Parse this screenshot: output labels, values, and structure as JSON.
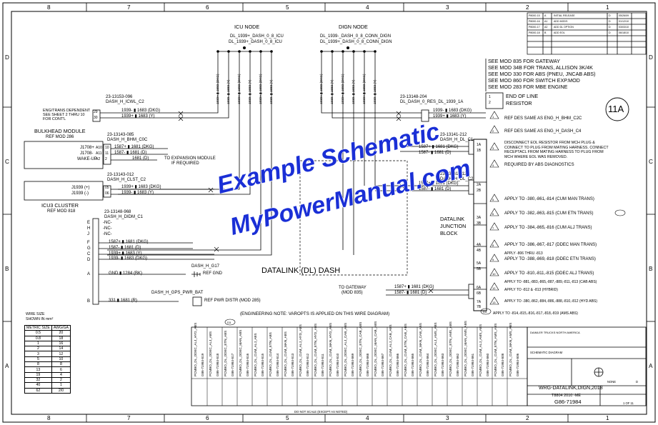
{
  "frame": {
    "top_cols": [
      "8",
      "7",
      "6",
      "5",
      "4",
      "3",
      "2",
      "1"
    ],
    "bottom_cols": [
      "8",
      "7",
      "6",
      "5",
      "4",
      "3",
      "2",
      "1"
    ],
    "rows": [
      "D",
      "C",
      "B",
      "A"
    ]
  },
  "nodes": {
    "icu": {
      "title": "ICU NODE",
      "line1": "DL_1939+_DASH_0_8_ICU",
      "line2": "DL_1939+_DASH_0_8_ICU",
      "wires": [
        "1939+ ▮ 1683 (DKG)",
        "1939- ▮ 1683 (Y)",
        "1939+ ▮ 1683 (DKG)",
        "1939- ▮ 1683 (Y)",
        "1939+ ▮ 1683 (DKG)",
        "1939- ▮ 1683 (Y)"
      ]
    },
    "dign": {
      "title": "DIGN NODE",
      "line1": "DL_1939-_DASH_0_8_CONN_DIGN",
      "line2": "DL_1939+_DASH_0_8_CONN_DIGN",
      "wires": [
        "1939+ ▮ 1683 (DKG)",
        "1939- ▮ 1683 (Y)",
        "1939+ ▮ 1683 (DKG)",
        "1939- ▮ 1683 (Y)",
        "1939+ ▮ 1683 (DKG)",
        "1939- ▮ 1683 (Y)"
      ]
    }
  },
  "mods": [
    "SEE MOD 835 FOR GATEWAY",
    "SEE MOD 34B FOR TRANS, ALLISON 3K/4K",
    "SEE MOD 330 FOR ABS (PNEU, JNCAB ABS)",
    "SEE MOD 860 FOR SWITCH EXP.MOD",
    "SEE MOD 283 FOR MBE ENGINE"
  ],
  "eol": {
    "line1": "END OF LINE",
    "line2": "RESISTOR",
    "badge": "11A"
  },
  "left": {
    "conn1_ref": "23-13153-096",
    "conn1_name": "DASH_H_ICWL_C2",
    "engtrans_label": [
      "ENG/TRANS DEPENDENT",
      "SEE SHEET 2 THRU 10",
      "FOR CONT'L"
    ],
    "conn1_pins": [
      "29",
      "30"
    ],
    "conn1_wires": [
      "1939- ▮ 1683 (DKG)",
      "1939+ ▮ 1683 (Y)"
    ],
    "bulkhead_title": "BULKHEAD MODULE",
    "bulkhead_ref": "REF MOD 286",
    "conn2_ref": "23-13143-085",
    "conn2_name": "DASH_H_BHM_C0C",
    "bulkhead_pins": [
      "J1708+",
      "J1708-",
      "WAKE-UP"
    ],
    "conn2_pins": [
      "A10",
      "A11",
      "A2"
    ],
    "conn2_pins_b": [
      "10",
      "11",
      "2"
    ],
    "conn2_wires": [
      "1587+ ▮ 1681 (DKG)",
      "1587- ▮ 1681 (D)",
      "1681 (D)"
    ],
    "expansion_note": [
      "TO EXPANSION MODULE",
      "IF REQUIRED"
    ],
    "conn3_ref": "23-13143-012",
    "conn3_name": "DASH_H_CLST_C2",
    "cluster_pins": [
      "J1939 (+)",
      "J1939 (-)"
    ],
    "conn3_pins": [
      "05",
      "06"
    ],
    "conn3_wires": [
      "1939+ ▮ 1683 (DKG)",
      "1939- ▮ 1683 (Y)"
    ],
    "cluster_title": "ICU3 CLUSTER",
    "cluster_ref": "REF MOD 818",
    "conn4_ref": "23-13148-968",
    "conn4_name": "DASH_H_DIDM_C1",
    "conn4_pins": [
      "E",
      "H",
      "J",
      "F",
      "G",
      "C",
      "D",
      "B",
      "A"
    ],
    "conn4_wires": [
      "-NC-",
      "-NC-",
      "-NC-",
      "1587+ ▮ 1681 (DKG)",
      "1587- ▮ 1681 (D)",
      "1939+ ▮ 1683 (Y)",
      "1939- ▮ 1683 (DKG)",
      "331 ▮ 1681 (R)",
      "GND ▮ 1284 (BK)"
    ],
    "gnd_label": "DASH_H_G17",
    "gnd_ref": "REF GND",
    "pwr_label": "DASH_H_GPS_PWR_BAT",
    "pwr_ref": "REF PWR DISTR (MOD 285)"
  },
  "right": {
    "c1_ref": "23-13148-204",
    "c1_name": "DL_DASH_0_RES_DL_1939_1A",
    "c1_wires": [
      "1939- ▮ 1683 (DKG)",
      "1939+ ▮ 1683 (Y)"
    ],
    "c1_pins": [
      "1",
      "2"
    ],
    "c2_ref": "23-13141-212",
    "c2_name": "DASH_H_DL_C1",
    "c2_wires": [
      "1587+ ▮ 1681 (DKG)",
      "1587- ▮ 1681 (D)"
    ],
    "c3_ref": "23-13141-212",
    "c3_name": "DASH_H_DL_C2",
    "c3_wires": [
      "1587+ ▮ 1681 (DKG)",
      "1587- ▮ 1681 (D)"
    ],
    "gateway_note": [
      "TO GATEWAY",
      "(MOD 835)"
    ],
    "gw_wires": [
      "1587+ ▮ 1681 (DKG)",
      "1587- ▮ 1681 (D)"
    ],
    "jb_label": [
      "DATALINK",
      "JUNCTION",
      "BLOCK"
    ],
    "jb_pins": [
      "1A",
      "1B",
      "2A",
      "2B",
      "3A",
      "3B",
      "4A",
      "4B",
      "5A",
      "5B",
      "6A",
      "6B",
      "7A",
      "7B"
    ],
    "notes": [
      {
        "num": "1",
        "text": "REF DES SAME AS ENG_H_BHM_C2C"
      },
      {
        "num": "2",
        "text": "REF DES SAME AS ENG_H_DASH_C4"
      },
      {
        "num": "3",
        "text": "DISCONNECT EOL RESISTOR FROM MCH PLUG & CONNECT TO PLUG FROM MATING HARNESS. CONNECT RECEPTACL FROM MATING HARNESS TO PLUG FROM MCH WHERE EOL WAS REMOVED."
      },
      {
        "num": "4",
        "text": "REQUIRED BY ABS DIAGNOSTICS"
      },
      {
        "num": "5",
        "text": "APPLY TO -380,-861,-814     (CUM MAN TRANS)"
      },
      {
        "num": "6",
        "text": "APPLY TO -382,-863,-815     (CUM ETN TRANS)"
      },
      {
        "num": "7",
        "text": "APPLY TO -384,-865,-816     (CUM ALJ TRANS)"
      },
      {
        "num": "8",
        "text": "APPLY TO -386,-867,-817     (DDEC MAN TRANS)"
      },
      {
        "num": "9",
        "text": "APPLY TO -388,-869,-818     (DDEC ETN TRANS)"
      },
      {
        "num": "10",
        "text": "APPLY TO -810,-811,-815     (DDEC ALJ TRANS)"
      },
      {
        "num": "11",
        "text": "APPLY -806 THRU -813"
      },
      {
        "num": "12",
        "text": "APPLY TO -881,-883,-865,-887,-889,-811,-813     (CAB ABS)"
      },
      {
        "num": "13",
        "text": "APPLY TO -812 & -813     (HYBRID)"
      },
      {
        "num": "14",
        "text": "APPLY TO -380,-862,-884,-886,-888,-810,-812     (HYD ABS)"
      },
      {
        "num": "15",
        "text": "APPLY TO -814,-815,-816,-817,-818,-819     (AMS ABS)"
      }
    ]
  },
  "center": {
    "datalink_label": "DATALINK (DL) DASH",
    "eng_note": "(ENGINEERING NOTE: VAROPTS IS APPLIED ON THIS WIRE DIAGRAM)",
    "d3_badge": "D3",
    "d4_badge": "D4"
  },
  "watermark": {
    "line1": "Example Schematic",
    "line2": "MyPowerManual.com"
  },
  "wire_size": {
    "title": "WIRE SIZE",
    "subtitle": "SHOWN IN mm²",
    "headers": [
      "METRIC SIZE",
      "AWG/GA"
    ],
    "rows": [
      [
        "0.5",
        "20"
      ],
      [
        "0.8",
        "18"
      ],
      [
        "1",
        "16"
      ],
      [
        "2",
        "14"
      ],
      [
        "3",
        "12"
      ],
      [
        "5",
        "10"
      ],
      [
        "8",
        "8"
      ],
      [
        "13",
        "6"
      ],
      [
        "19",
        "4"
      ],
      [
        "32",
        "2"
      ],
      [
        "40",
        "1"
      ],
      [
        "62",
        "2/0"
      ]
    ]
  },
  "varopt_cols": [
    "PCMBO_DL_DDEC_ALJ_HYD_ABS",
    "PCMBO_DL_DDEC_ALJ_ABS",
    "PCMBO_DL_DDEC_ETN_ABS",
    "PCMBO_DL_DDEC_MAN_ABS",
    "PCMBO_DL_CUM_ALJ_ABS",
    "PCMBO_DL_CUM_ETN_ABS",
    "PCMBO_DL_CUM_MAN_ABS",
    "PCMBO_DL_CUM_ALJ_HYD_ABS",
    "PCMBO_DL_CUM_ETN_HYD_ABS",
    "PCMBO_DL_CUM_MAN_HYD_ABS",
    "PCMBO_DL_DDEC_ALJ_CAB_ABS",
    "PCMBO_DL_DDEC_ETN_CAB_ABS",
    "PCMBO_DL_DDEC_MAN_CAB_ABS",
    "PCMBO_DL_CUM_ALJ_CAB_ABS",
    "PCMBO_DL_CUM_ETN_CAB_ABS",
    "PCMBO_DL_CUM_MAN_CAB_ABS",
    "PCMBO_DL_DDEC_ALJ_AMS_ABS",
    "PCMBO_DL_DDEC_ETN_AMS_ABS",
    "PCMBO_DL_DDEC_MAN_AMS_ABS",
    "PCMBO_DL_CUM_ALJ_AMS_ABS",
    "PCMBO_DL_CUM_ETN_AMS_ABS",
    "PCMBO_DL_CUM_MAN_AMS_ABS"
  ],
  "varopt_ids": [
    "G86-71984-819",
    "G86-71984-818",
    "G86-71984-817",
    "G86-71984-816",
    "G86-71984-815",
    "G86-71984-814",
    "G86-71984-813",
    "G86-71984-812",
    "G86-71984-811",
    "G86-71984-810",
    "G86-71984-869",
    "G86-71984-868",
    "G86-71984-867",
    "G86-71984-866",
    "G86-71984-865",
    "G86-71984-864",
    "G86-71984-863",
    "G86-71984-862",
    "G86-71984-861",
    "G86-71984-860",
    "G86-71984-808",
    "G86-71984-806"
  ],
  "title_block": {
    "title": "WRG-DATALINK,DIGN,2018",
    "subtitle": "SCHEMATIC DIAGRAM",
    "mid": "T8804 2010 -ME",
    "doc": "G86-71984",
    "sheet": "1 OF 11",
    "company": "DAIMLER TRUCKS NORTH AMERICA",
    "footer": "DO NOT SCALE (EXCEPT AS NOTED)",
    "scale": "NONE",
    "size": "D"
  },
  "rev_block": {
    "rows": [
      [
        "P8000-15",
        "A",
        "INITIAL RELEASE",
        "D",
        "05/26/09"
      ],
      [
        "P8000-16",
        "A1",
        "ADD MODS",
        "D",
        "01/12/10"
      ],
      [
        "P8000-17",
        "A2",
        "ADD DL OPTION",
        "D",
        "03/03/10"
      ],
      [
        "P8000-18",
        "B",
        "ADD EOL",
        "D",
        "06/18/10"
      ]
    ]
  }
}
